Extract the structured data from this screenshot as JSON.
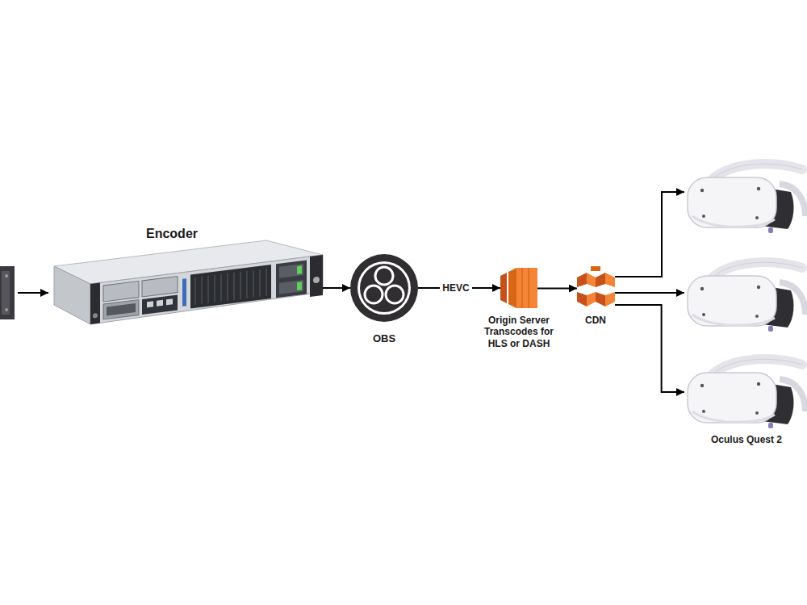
{
  "diagram": {
    "nodes": [
      {
        "text": [
          "Encoder"
        ]
      },
      {
        "text": [
          "OBS"
        ]
      },
      {
        "text": [
          "Origin Server Transcodes for HLS or DASH"
        ]
      },
      {
        "text": [
          "CDN"
        ]
      },
      {
        "text": [
          "Oculus Quest 2"
        ]
      }
    ],
    "edges": [
      {
        "from": 0,
        "to": 1,
        "arrow": "to"
      },
      {
        "from": 1,
        "to": 2,
        "label": "HEVC",
        "arrow": "to"
      },
      {
        "from": 2,
        "to": 3,
        "arrow": "to"
      },
      {
        "from": 3,
        "to": 4,
        "arrow": "to"
      }
    ]
  }
}
